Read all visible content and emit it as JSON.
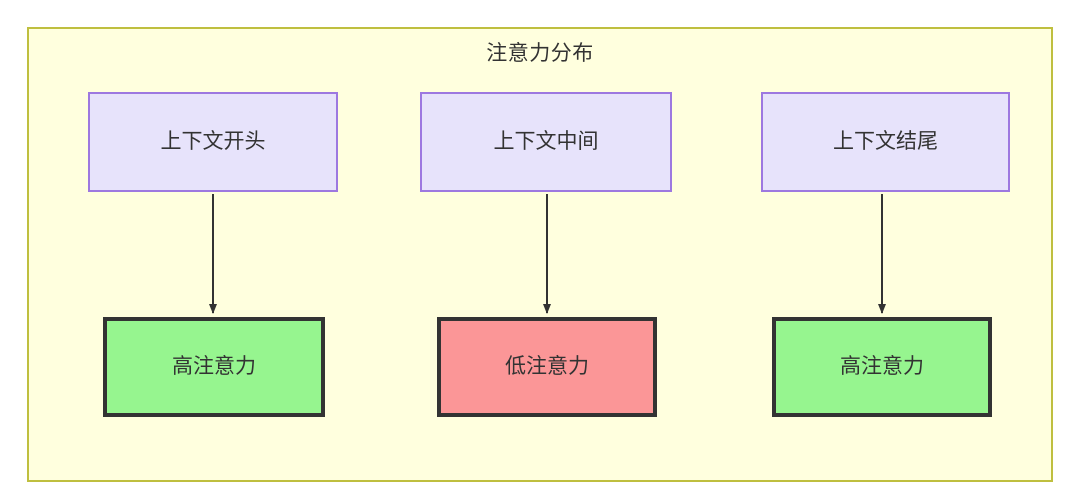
{
  "diagram": {
    "title": "注意力分布",
    "colors": {
      "container_bg": "#ffffde",
      "container_border": "#bfbf3f",
      "source_bg": "#e7e3fb",
      "source_border": "#9d78e0",
      "high_bg": "#96f58f",
      "low_bg": "#fb9697",
      "strong_border": "#333333",
      "edge": "#333333",
      "text": "#333333"
    },
    "top_nodes": [
      {
        "label": "上下文开头"
      },
      {
        "label": "上下文中间"
      },
      {
        "label": "上下文结尾"
      }
    ],
    "bottom_nodes": [
      {
        "label": "高注意力",
        "level": "high"
      },
      {
        "label": "低注意力",
        "level": "low"
      },
      {
        "label": "高注意力",
        "level": "high"
      }
    ],
    "edges": [
      {
        "from": "上下文开头",
        "to": "高注意力"
      },
      {
        "from": "上下文中间",
        "to": "低注意力"
      },
      {
        "from": "上下文结尾",
        "to": "高注意力"
      }
    ]
  }
}
